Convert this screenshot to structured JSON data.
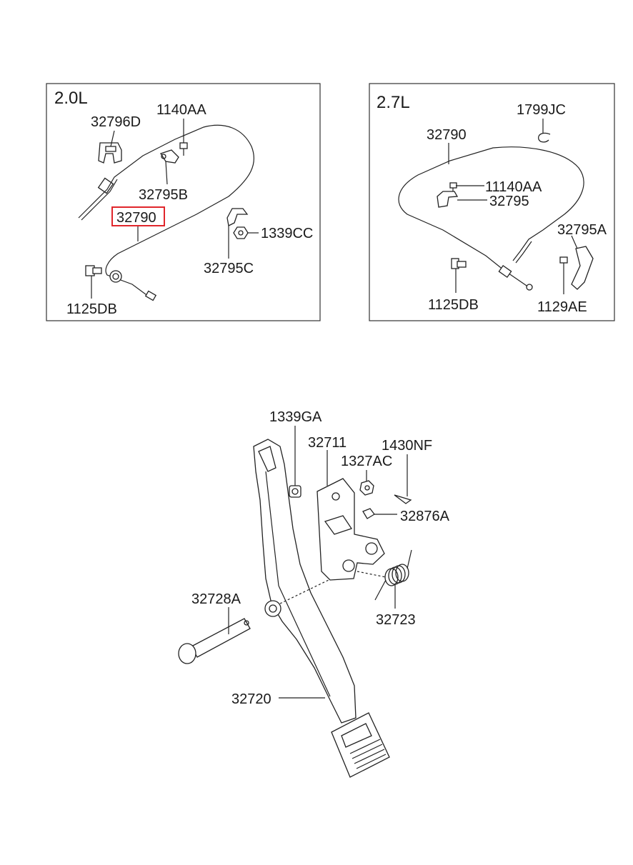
{
  "panel_left": {
    "title": "2.0L",
    "labels": {
      "p32796D": "32796D",
      "p1140AA": "1140AA",
      "p32795B": "32795B",
      "p32790": "32790",
      "p1339CC": "1339CC",
      "p32795C": "32795C",
      "p1125DB": "1125DB"
    },
    "highlight_color": "#e0262b"
  },
  "panel_right": {
    "title": "2.7L",
    "labels": {
      "p1799JC": "1799JC",
      "p32790": "32790",
      "p11140AA": "11140AA",
      "p32795": "32795",
      "p32795A": "32795A",
      "p1125DB": "1125DB",
      "p1129AE": "1129AE"
    }
  },
  "pedal_assembly": {
    "labels": {
      "p1339GA": "1339GA",
      "p32711": "32711",
      "p1430NF": "1430NF",
      "p1327AC": "1327AC",
      "p32876A": "32876A",
      "p32728A": "32728A",
      "p32723": "32723",
      "p32720": "32720"
    }
  }
}
